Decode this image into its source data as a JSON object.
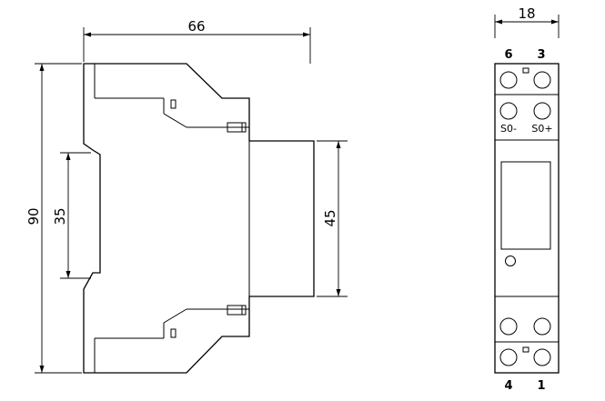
{
  "dimensions": {
    "side_width": "66",
    "side_height": "90",
    "rail_width": "35",
    "front_depth": "45",
    "front_width": "18"
  },
  "terminals": {
    "top_left": "6",
    "top_right": "3",
    "bottom_left": "4",
    "bottom_right": "1",
    "pulse_minus": "S0-",
    "pulse_plus": "S0+"
  }
}
